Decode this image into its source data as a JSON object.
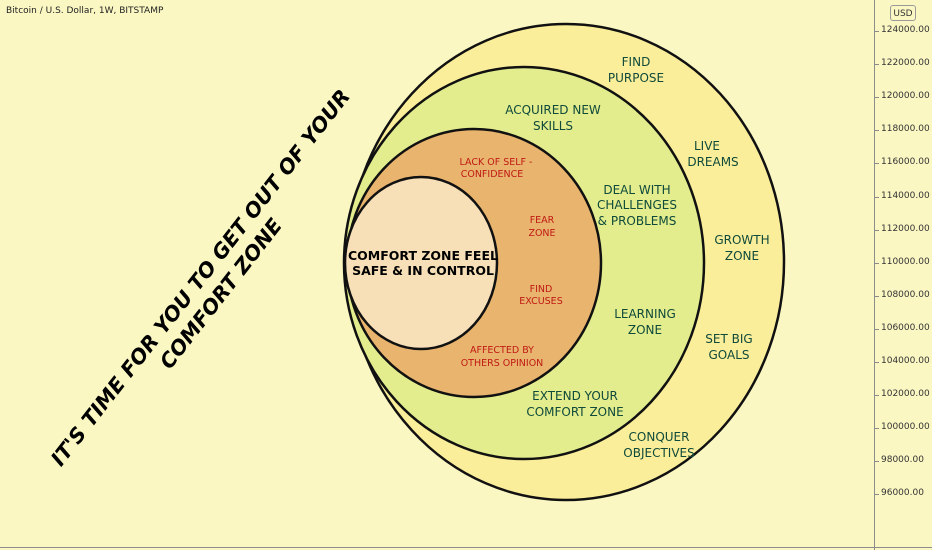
{
  "header": {
    "symbol_title": "Bitcoin / U.S. Dollar, 1W, BITSTAMP"
  },
  "price_scale": {
    "currency_label": "USD",
    "ticks": [
      "124000.00",
      "122000.00",
      "120000.00",
      "118000.00",
      "116000.00",
      "114000.00",
      "112000.00",
      "110000.00",
      "108000.00",
      "106000.00",
      "104000.00",
      "102000.00",
      "100000.00",
      "98000.00",
      "96000.00"
    ]
  },
  "headline": {
    "line1": "IT'S TIME FOR YOU TO GET OUT OF YOUR",
    "line2": "COMFORT ZONE"
  },
  "zones": {
    "comfort": {
      "line1": "COMFORT ZONE FEEL",
      "line2": "SAFE & IN CONTROL"
    },
    "fear": {
      "label_line1": "FEAR",
      "label_line2": "ZONE",
      "lack_line1": "LACK OF SELF -",
      "lack_line2": "CONFIDENCE",
      "excuses_line1": "FIND",
      "excuses_line2": "EXCUSES",
      "affected_line1": "AFFECTED BY",
      "affected_line2": "OTHERS OPINION"
    },
    "learning": {
      "label_line1": "LEARNING",
      "label_line2": "ZONE",
      "skills_line1": "ACQUIRED NEW",
      "skills_line2": "SKILLS",
      "deal_line1": "DEAL WITH",
      "deal_line2": "CHALLENGES",
      "deal_line3": "& PROBLEMS",
      "extend_line1": "EXTEND YOUR",
      "extend_line2": "COMFORT ZONE"
    },
    "growth": {
      "label_line1": "GROWTH",
      "label_line2": "ZONE",
      "purpose_line1": "FIND",
      "purpose_line2": "PURPOSE",
      "dreams_line1": "LIVE",
      "dreams_line2": "DREAMS",
      "goals_line1": "SET BIG",
      "goals_line2": "GOALS",
      "conquer_line1": "CONQUER",
      "conquer_line2": "OBJECTIVES"
    }
  },
  "colors": {
    "background": "#faf7c3",
    "growth_fill": "#fbee9a",
    "learning_fill": "#e3ed8e",
    "fear_fill": "#e8b46e",
    "comfort_fill": "#f7dfb8",
    "fear_text": "#c01a14",
    "zone_text": "#0f4a3a",
    "outline": "#111111"
  }
}
